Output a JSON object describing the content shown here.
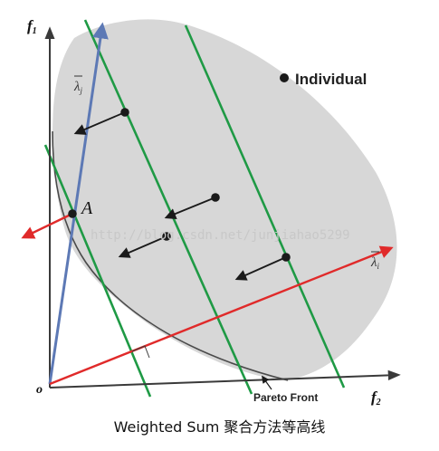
{
  "diagram": {
    "axes": {
      "y_label": "f",
      "y_sub": "1",
      "x_label": "f",
      "x_sub": "2",
      "origin": "o"
    },
    "legend": {
      "text": "Individual"
    },
    "point_a_label": "A",
    "lambda_j_label": "λ",
    "lambda_j_sub": "j",
    "lambda_i_label": "λ",
    "lambda_i_sub": "i",
    "pareto_label": "Pareto Front",
    "watermark": "http://blog.csdn.net/junjiahao5299",
    "caption": "Weighted Sum 聚合方法等高线",
    "colors": {
      "region": "#d7d7d7",
      "region_stroke": "#4a4a4a",
      "contour": "#1f9a45",
      "lambda_j": "#5d79b5",
      "lambda_i": "#e02a2a",
      "axis": "#3a3a3a",
      "point": "#1a1a1a",
      "move_arrow": "#1a1a1a"
    }
  }
}
